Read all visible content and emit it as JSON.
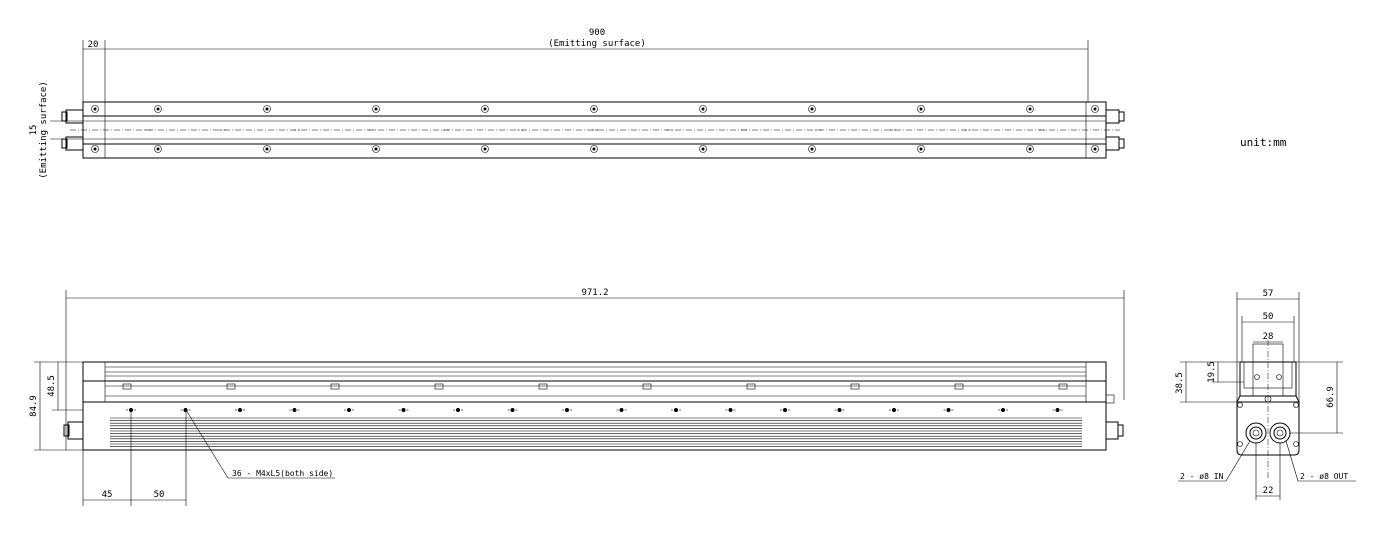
{
  "unit_label": "unit:mm",
  "top_view": {
    "length_label": "900",
    "length_sub": "(Emitting surface)",
    "offset_label": "20",
    "width_label": "15",
    "width_sub": "(Emitting surface)"
  },
  "side_view": {
    "length_label": "971.2",
    "height_label": "84.9",
    "top_height_label": "48.5",
    "first_hole_label": "45",
    "pitch_label": "50",
    "hole_callout": "36 - M4xL5(both side)"
  },
  "end_view": {
    "width_57": "57",
    "width_50": "50",
    "width_28": "28",
    "h_19_5": "19.5",
    "h_38_5": "38.5",
    "h_66_9": "66.9",
    "port_spacing": "22",
    "inlet_label": "2 - ø8 IN",
    "outlet_label": "2 - ø8 OUT"
  }
}
